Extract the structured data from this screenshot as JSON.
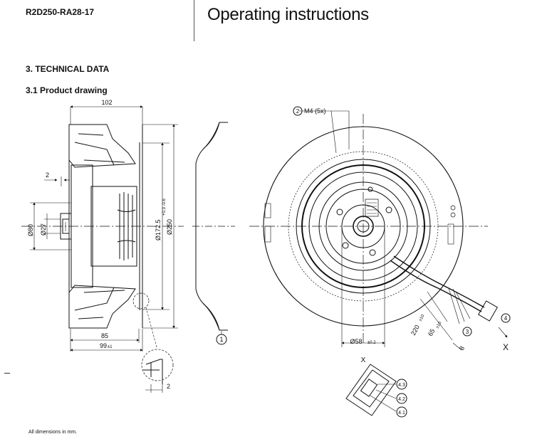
{
  "header": {
    "model": "R2D250-RA28-17",
    "title": "Operating instructions"
  },
  "section": {
    "title": "3. TECHNICAL DATA",
    "subsection": "3.1 Product drawing"
  },
  "drawing": {
    "side_view": {
      "dim_width": "102",
      "dim_2_top": "2",
      "dim_d80": "Ø80",
      "dim_d27": "Ø27",
      "dim_d172": "Ø172.5",
      "dim_d172_tol": "+0.3 -0.6",
      "dim_d250": "Ø250",
      "dim_85": "85",
      "dim_99": "99",
      "dim_99_tol": "±1"
    },
    "inlet_ring": {
      "callout": "1"
    },
    "front_view": {
      "screw_callout": "2",
      "screw_label": "M4 (5x)",
      "dim_d58": "Ø58",
      "dim_d58_tol": "±0.2",
      "dim_220": "220",
      "dim_220_tol": "±10",
      "dim_65": "65",
      "dim_65_tol": "±10",
      "dim_8": "8",
      "callout_cable": "3",
      "callout_connector": "4",
      "view_x_arrow": "X"
    },
    "detail_x": {
      "label": "X",
      "callouts": [
        "4.3",
        "4.2",
        "4.1"
      ]
    },
    "detail_wall": {
      "dim_2": "2"
    }
  },
  "footnote": "All dimensions in mm."
}
